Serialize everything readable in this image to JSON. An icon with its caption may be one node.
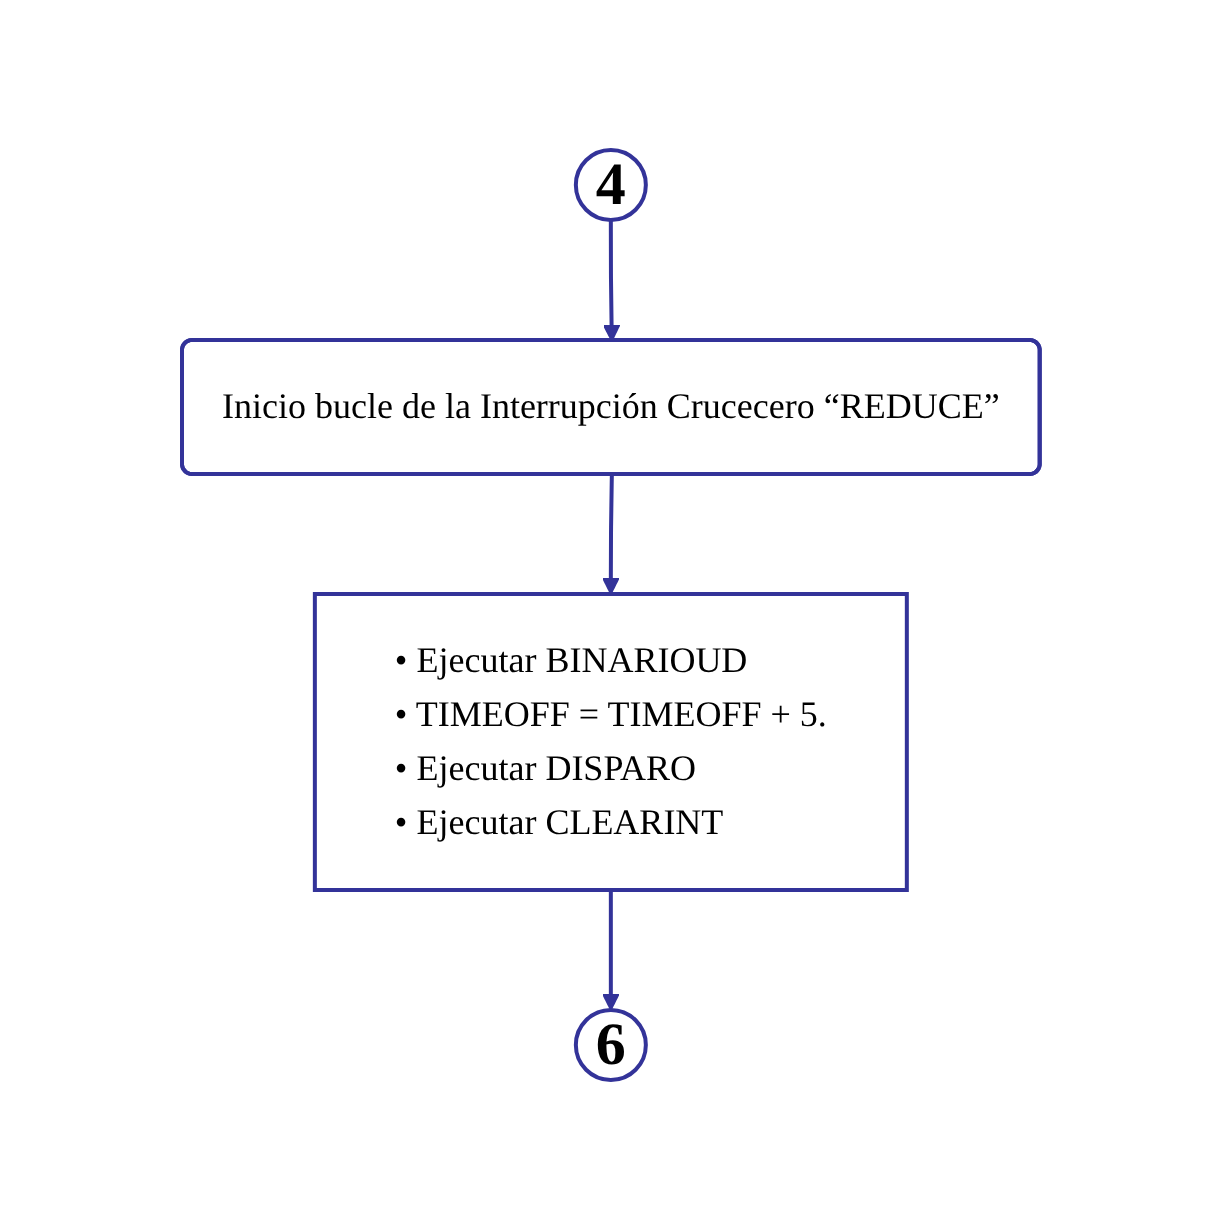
{
  "diagram": {
    "nodes": [
      {
        "text": [
          "4"
        ]
      },
      {
        "text": [
          "Inicio bucle de la Interrupción Crucecero “REDUCE”"
        ]
      },
      {
        "text": [
          "• Ejecutar BINARIOUD",
          "• TIMEOFF = TIMEOFF + 5.",
          "• Ejecutar DISPARO",
          "• Ejecutar CLEARINT"
        ]
      },
      {
        "text": [
          "6"
        ]
      }
    ],
    "edges": [
      {
        "from": 0,
        "to": 1,
        "arrow": "to"
      },
      {
        "from": 1,
        "to": 2,
        "arrow": "to"
      },
      {
        "from": 2,
        "to": 3,
        "arrow": "to"
      }
    ]
  }
}
